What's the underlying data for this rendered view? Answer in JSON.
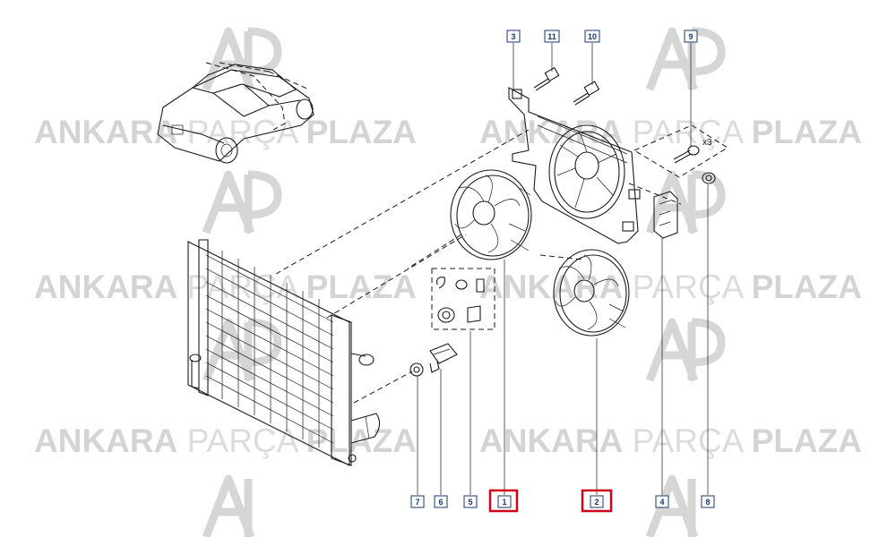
{
  "watermark": {
    "word1": "ANKARA",
    "word2": "PARÇA",
    "word3": "PLAZA"
  },
  "callouts": [
    {
      "id": "c3",
      "label": "3",
      "highlight": false
    },
    {
      "id": "c11",
      "label": "11",
      "highlight": false
    },
    {
      "id": "c10",
      "label": "10",
      "highlight": false
    },
    {
      "id": "c9",
      "label": "9",
      "highlight": false
    },
    {
      "id": "c7",
      "label": "7",
      "highlight": false
    },
    {
      "id": "c6",
      "label": "6",
      "highlight": false
    },
    {
      "id": "c5",
      "label": "5",
      "highlight": false
    },
    {
      "id": "c1",
      "label": "1",
      "highlight": true
    },
    {
      "id": "c2",
      "label": "2",
      "highlight": true
    },
    {
      "id": "c4",
      "label": "4",
      "highlight": false
    },
    {
      "id": "c8",
      "label": "8",
      "highlight": false
    }
  ],
  "quantity_note": "x3",
  "colors": {
    "callout_ink": "#1a3a6e",
    "highlight": "#d0021b",
    "watermark": "#d4d4d4",
    "logo": "#c9c9c9"
  }
}
